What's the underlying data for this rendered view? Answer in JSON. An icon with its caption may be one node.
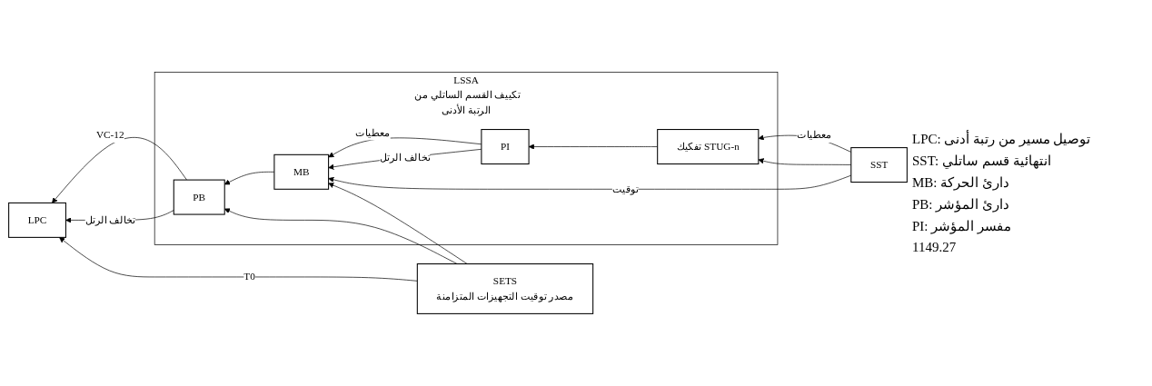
{
  "diagram": {
    "nodes": [
      {
        "text": [
          "LSSA",
          "تكييف القسم الساتلي من الرتبة الأدنى"
        ]
      },
      {
        "text": [
          "LPC"
        ]
      },
      {
        "text": [
          "PB"
        ],
        "in": 0
      },
      {
        "text": [
          "MB"
        ],
        "in": 0
      },
      {
        "text": [
          "PI"
        ],
        "in": 0
      },
      {
        "text": [
          "تفكيك STUG-n"
        ],
        "in": 0
      },
      {
        "text": [
          "SST"
        ]
      },
      {
        "text": [
          "SETS",
          "مصدر توقيت التجهيزات المتزامنة"
        ]
      }
    ],
    "edges": [
      {
        "from": 2,
        "to": 1,
        "arrow": "to",
        "label": "VC-12"
      },
      {
        "from": 2,
        "to": 1,
        "arrow": "to",
        "label": "تخالف الرتل"
      },
      {
        "from": 3,
        "to": 2,
        "arrow": "to"
      },
      {
        "from": 4,
        "to": 3,
        "arrow": "to",
        "label": "معطيات"
      },
      {
        "from": 4,
        "to": 3,
        "arrow": "to",
        "label": "تخالف الرتل"
      },
      {
        "from": 5,
        "to": 4,
        "arrow": "to"
      },
      {
        "from": 6,
        "to": 5,
        "arrow": "to",
        "label": "معطيات"
      },
      {
        "from": 6,
        "to": 5,
        "arrow": "to"
      },
      {
        "from": 6,
        "to": 3,
        "arrow": "to",
        "label": "توقيت"
      },
      {
        "from": 7,
        "to": 1,
        "arrow": "to",
        "label": "T0"
      },
      {
        "from": 7,
        "to": 2,
        "arrow": "to"
      },
      {
        "from": 7,
        "to": 3,
        "arrow": "to"
      }
    ],
    "labels": [
      "LPC: توصيل مسير من رتبة أدنى",
      "SST: انتهائية قسم ساتلي",
      "MB: دارئ الحركة",
      "PB: دارئ المؤشر",
      "PI: مفسر المؤشر",
      "1149.27"
    ]
  }
}
